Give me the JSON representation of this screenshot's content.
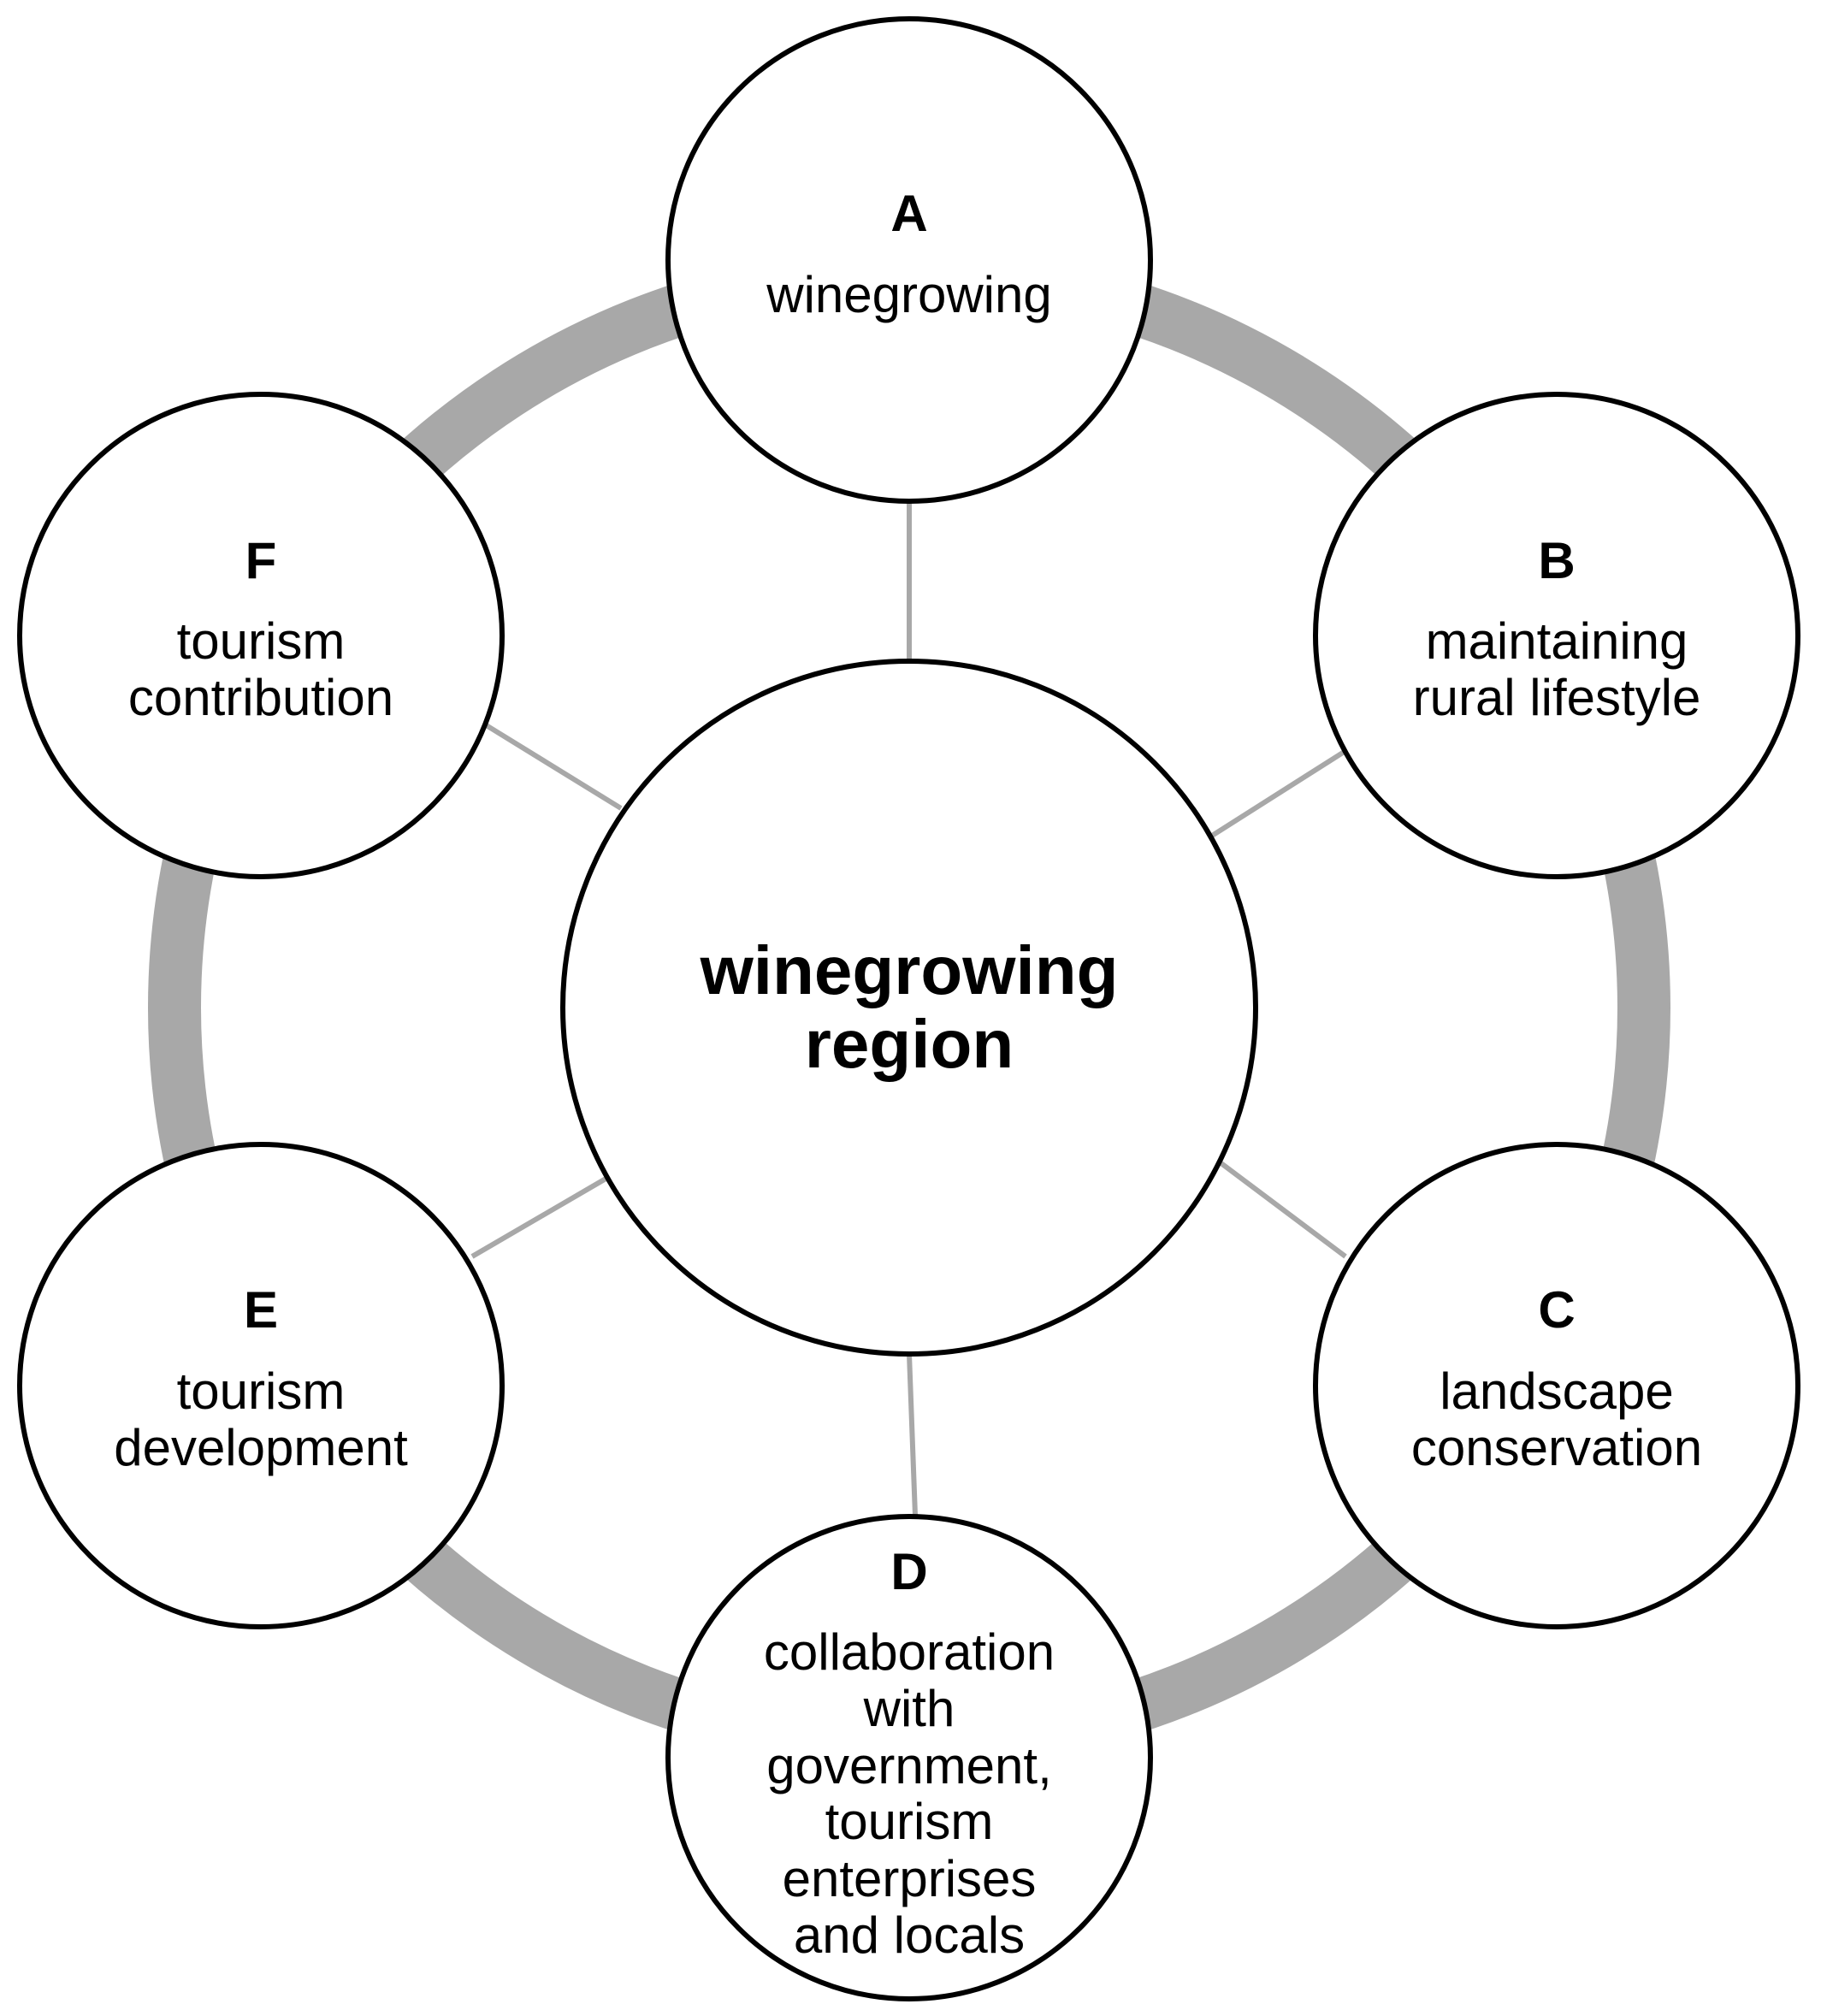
{
  "center": {
    "lines": [
      "winegrowing",
      "region"
    ]
  },
  "nodes": [
    {
      "letter": "A",
      "lines": [
        "winegrowing"
      ]
    },
    {
      "letter": "B",
      "lines": [
        "maintaining",
        "rural lifestyle"
      ]
    },
    {
      "letter": "C",
      "lines": [
        "landscape",
        "conservation"
      ]
    },
    {
      "letter": "D",
      "lines": [
        "collaboration",
        "with",
        "government,",
        "tourism",
        "enterprises",
        "and locals"
      ]
    },
    {
      "letter": "E",
      "lines": [
        "tourism",
        "development"
      ]
    },
    {
      "letter": "F",
      "lines": [
        "tourism",
        "contribution"
      ]
    }
  ],
  "colors": {
    "ring": "#a8a8a8",
    "connector": "#a8a8a8",
    "circle_stroke": "#000000",
    "circle_fill": "#ffffff"
  }
}
